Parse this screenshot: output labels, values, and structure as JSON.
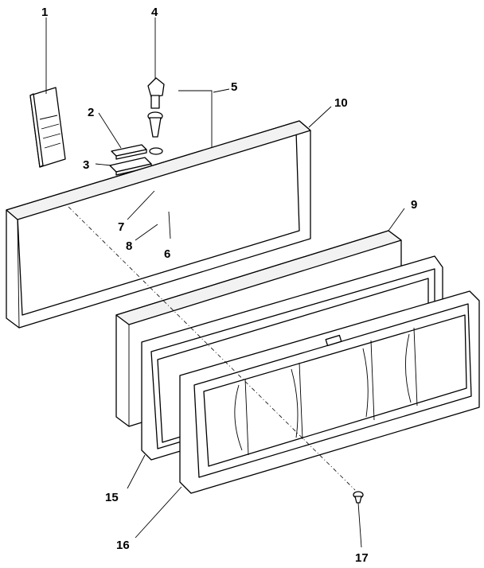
{
  "callouts": [
    {
      "id": "1",
      "label": "1"
    },
    {
      "id": "2",
      "label": "2"
    },
    {
      "id": "3",
      "label": "3"
    },
    {
      "id": "4",
      "label": "4"
    },
    {
      "id": "5",
      "label": "5"
    },
    {
      "id": "6",
      "label": "6"
    },
    {
      "id": "7",
      "label": "7"
    },
    {
      "id": "8",
      "label": "8"
    },
    {
      "id": "9",
      "label": "9"
    },
    {
      "id": "10",
      "label": "10"
    },
    {
      "id": "15",
      "label": "15"
    },
    {
      "id": "16",
      "label": "16"
    },
    {
      "id": "17",
      "label": "17"
    }
  ]
}
